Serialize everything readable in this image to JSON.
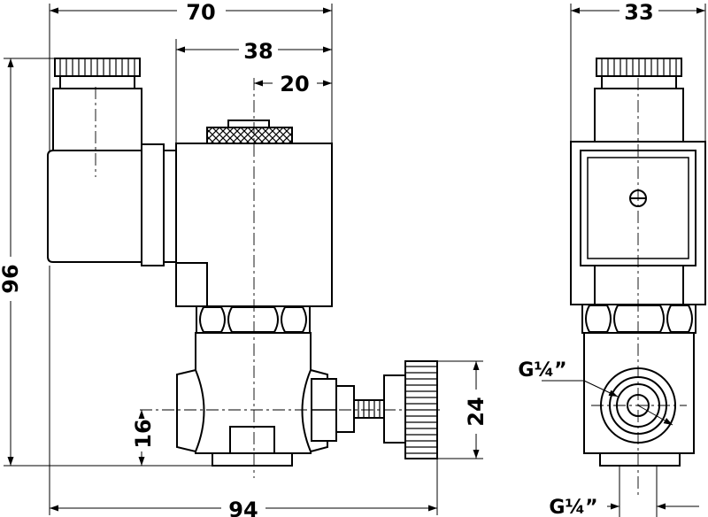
{
  "dimensions": {
    "overall_width": "70",
    "coil_width": "38",
    "center_offset": "20",
    "total_height": "96",
    "port_height": "16",
    "total_length": "94",
    "knob_diameter": "24",
    "side_width": "33",
    "port_thread_side": "G¼”",
    "port_thread_bottom": "G¼”"
  }
}
